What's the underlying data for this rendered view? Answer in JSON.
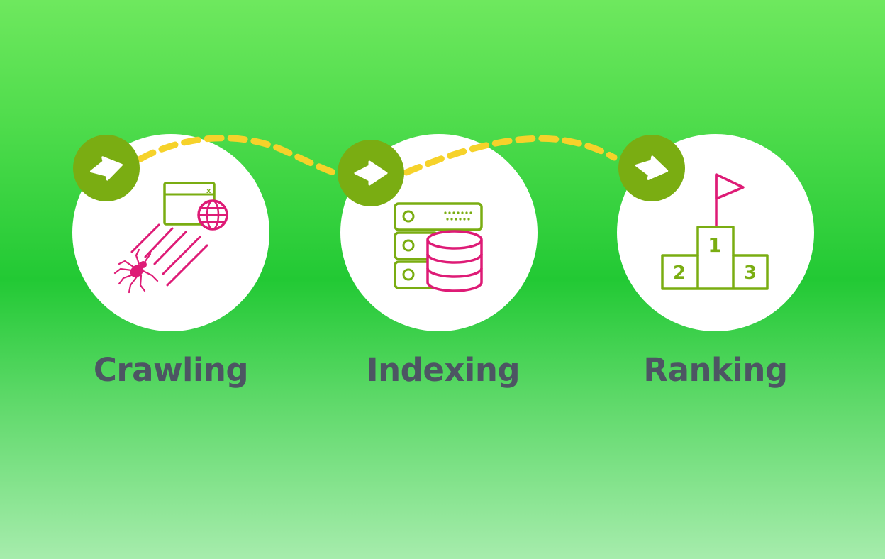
{
  "colors": {
    "circle": "#ffffff",
    "badge": "#7aad12",
    "path": "#f6d22a",
    "icon_green": "#7aad12",
    "icon_pink": "#de1b76",
    "label": "#4d5563"
  },
  "stages": [
    {
      "label": "Crawling",
      "icon": "spider-browser-icon"
    },
    {
      "label": "Indexing",
      "icon": "server-database-icon"
    },
    {
      "label": "Ranking",
      "icon": "podium-flag-icon"
    }
  ],
  "podium": {
    "first": "1",
    "second": "2",
    "third": "3"
  }
}
